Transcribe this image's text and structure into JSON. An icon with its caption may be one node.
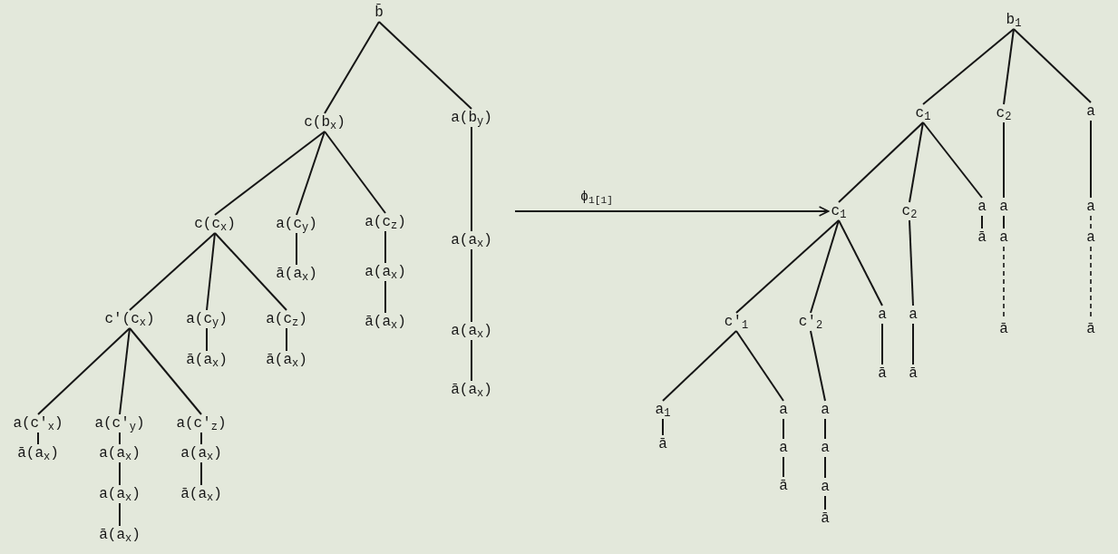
{
  "diagram": {
    "nodes": [
      {
        "text": [
          "b̄"
        ]
      },
      {
        "text": [
          "c(b$_{x}$)"
        ]
      },
      {
        "text": [
          "a(b$_{y}$)"
        ]
      },
      {
        "text": [
          "c(c$_{x}$)"
        ]
      },
      {
        "text": [
          "a(c$_{y}$)"
        ]
      },
      {
        "text": [
          "a(c$_{z}$)"
        ]
      },
      {
        "text": [
          "ā(a$_{x}$)"
        ]
      },
      {
        "text": [
          "a(a$_{x}$)"
        ]
      },
      {
        "text": [
          "ā(a$_{x}$)"
        ]
      },
      {
        "text": [
          "a(a$_{x}$)"
        ]
      },
      {
        "text": [
          "a(a$_{x}$)"
        ]
      },
      {
        "text": [
          "ā(a$_{x}$)"
        ]
      },
      {
        "text": [
          "c'(c$_{x}$)"
        ]
      },
      {
        "text": [
          "a(c$_{y}$)"
        ]
      },
      {
        "text": [
          "a(c$_{z}$)"
        ]
      },
      {
        "text": [
          "ā(a$_{x}$)"
        ]
      },
      {
        "text": [
          "ā(a$_{x}$)"
        ]
      },
      {
        "text": [
          "a(c'$_{x}$)"
        ]
      },
      {
        "text": [
          "ā(a$_{x}$)"
        ]
      },
      {
        "text": [
          "a(c'$_{y}$)"
        ]
      },
      {
        "text": [
          "a(a$_{x}$)"
        ]
      },
      {
        "text": [
          "a(a$_{x}$)"
        ]
      },
      {
        "text": [
          "ā(a$_{x}$)"
        ]
      },
      {
        "text": [
          "a(c'$_{z}$)"
        ]
      },
      {
        "text": [
          "a(a$_{x}$)"
        ]
      },
      {
        "text": [
          "ā(a$_{x}$)"
        ]
      },
      {
        "text": [
          "b$_{1}$"
        ]
      },
      {
        "text": [
          "c$_{1}$"
        ]
      },
      {
        "text": [
          "c$_{2}$"
        ]
      },
      {
        "text": [
          "a"
        ]
      },
      {
        "text": [
          "c$_{1}$"
        ]
      },
      {
        "text": [
          "c$_{2}$"
        ]
      },
      {
        "text": [
          "a"
        ]
      },
      {
        "text": [
          "ā"
        ]
      },
      {
        "text": [
          "a"
        ]
      },
      {
        "text": [
          "a"
        ]
      },
      {
        "text": [
          "ā"
        ]
      },
      {
        "text": [
          "a"
        ]
      },
      {
        "text": [
          "a"
        ]
      },
      {
        "text": [
          "ā"
        ]
      },
      {
        "text": [
          "c'$_{1}$"
        ]
      },
      {
        "text": [
          "c'$_{2}$"
        ]
      },
      {
        "text": [
          "a"
        ]
      },
      {
        "text": [
          "ā"
        ]
      },
      {
        "text": [
          "a"
        ]
      },
      {
        "text": [
          "ā"
        ]
      },
      {
        "text": [
          "a$_{1}$"
        ]
      },
      {
        "text": [
          "ā"
        ]
      },
      {
        "text": [
          "a"
        ]
      },
      {
        "text": [
          "a"
        ]
      },
      {
        "text": [
          "ā"
        ]
      },
      {
        "text": [
          "a"
        ]
      },
      {
        "text": [
          "a"
        ]
      },
      {
        "text": [
          "a"
        ]
      },
      {
        "text": [
          "ā"
        ]
      }
    ],
    "edges": [
      {
        "from": 0,
        "to": 1,
        "arrow": "none"
      },
      {
        "from": 0,
        "to": 2,
        "arrow": "none"
      },
      {
        "from": 1,
        "to": 3,
        "arrow": "none"
      },
      {
        "from": 1,
        "to": 4,
        "arrow": "none"
      },
      {
        "from": 1,
        "to": 5,
        "arrow": "none"
      },
      {
        "from": 4,
        "to": 6,
        "arrow": "none"
      },
      {
        "from": 5,
        "to": 7,
        "arrow": "none"
      },
      {
        "from": 7,
        "to": 8,
        "arrow": "none"
      },
      {
        "from": 2,
        "to": 9,
        "arrow": "none"
      },
      {
        "from": 9,
        "to": 10,
        "arrow": "none"
      },
      {
        "from": 10,
        "to": 11,
        "arrow": "none"
      },
      {
        "from": 3,
        "to": 12,
        "arrow": "none"
      },
      {
        "from": 3,
        "to": 13,
        "arrow": "none"
      },
      {
        "from": 3,
        "to": 14,
        "arrow": "none"
      },
      {
        "from": 13,
        "to": 15,
        "arrow": "none"
      },
      {
        "from": 14,
        "to": 16,
        "arrow": "none"
      },
      {
        "from": 12,
        "to": 17,
        "arrow": "none"
      },
      {
        "from": 12,
        "to": 19,
        "arrow": "none"
      },
      {
        "from": 12,
        "to": 23,
        "arrow": "none"
      },
      {
        "from": 17,
        "to": 18,
        "arrow": "none"
      },
      {
        "from": 19,
        "to": 20,
        "arrow": "none"
      },
      {
        "from": 20,
        "to": 21,
        "arrow": "none"
      },
      {
        "from": 21,
        "to": 22,
        "arrow": "none"
      },
      {
        "from": 23,
        "to": 24,
        "arrow": "none"
      },
      {
        "from": 24,
        "to": 25,
        "arrow": "none"
      },
      {
        "from": 26,
        "to": 27,
        "arrow": "none"
      },
      {
        "from": 26,
        "to": 28,
        "arrow": "none"
      },
      {
        "from": 26,
        "to": 29,
        "arrow": "none"
      },
      {
        "from": 27,
        "to": 30,
        "arrow": "none"
      },
      {
        "from": 27,
        "to": 31,
        "arrow": "none"
      },
      {
        "from": 27,
        "to": 32,
        "arrow": "none"
      },
      {
        "from": 32,
        "to": 33,
        "arrow": "none"
      },
      {
        "from": 28,
        "to": 34,
        "arrow": "none"
      },
      {
        "from": 34,
        "to": 35,
        "arrow": "none"
      },
      {
        "from": 35,
        "to": 36,
        "arrow": "none",
        "style": "dashed"
      },
      {
        "from": 29,
        "to": 37,
        "arrow": "none"
      },
      {
        "from": 37,
        "to": 38,
        "arrow": "none",
        "style": "dashed"
      },
      {
        "from": 38,
        "to": 39,
        "arrow": "none",
        "style": "dashed"
      },
      {
        "from": 30,
        "to": 40,
        "arrow": "none"
      },
      {
        "from": 30,
        "to": 41,
        "arrow": "none"
      },
      {
        "from": 30,
        "to": 42,
        "arrow": "none"
      },
      {
        "from": 42,
        "to": 43,
        "arrow": "none"
      },
      {
        "from": 31,
        "to": 44,
        "arrow": "none"
      },
      {
        "from": 44,
        "to": 45,
        "arrow": "none"
      },
      {
        "from": 40,
        "to": 46,
        "arrow": "none"
      },
      {
        "from": 40,
        "to": 48,
        "arrow": "none"
      },
      {
        "from": 46,
        "to": 47,
        "arrow": "none"
      },
      {
        "from": 48,
        "to": 49,
        "arrow": "none"
      },
      {
        "from": 49,
        "to": 50,
        "arrow": "none"
      },
      {
        "from": 41,
        "to": 51,
        "arrow": "none"
      },
      {
        "from": 51,
        "to": 52,
        "arrow": "none"
      },
      {
        "from": 52,
        "to": 53,
        "arrow": "none"
      },
      {
        "from": 53,
        "to": 54,
        "arrow": "none"
      },
      {
        "from": null,
        "to": 30,
        "arrow": "to",
        "label": "ϕ$_{1[1]}$"
      }
    ]
  }
}
